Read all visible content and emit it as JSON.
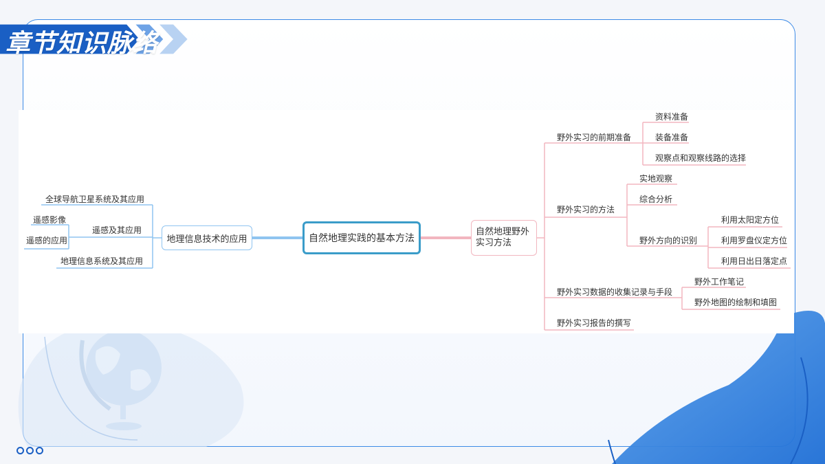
{
  "page": {
    "title": "章节知识脉络"
  },
  "colors": {
    "accent": "#1a5fc4",
    "root_border": "#3a9cc9",
    "left_branch": "#8fc4f0",
    "right_branch": "#f2b6bf"
  },
  "mindmap": {
    "root": "自然地理实践的基本方法",
    "left": {
      "label": "地理信息技术的应用",
      "children": [
        {
          "label": "全球导航卫星系统及其应用"
        },
        {
          "label": "遥感及其应用",
          "children": [
            {
              "label": "遥感影像"
            },
            {
              "label": "遥感的应用"
            }
          ]
        },
        {
          "label": "地理信息系统及其应用"
        }
      ]
    },
    "right": {
      "label_line1": "自然地理野外",
      "label_line2": "实习方法",
      "children": [
        {
          "label": "野外实习的前期准备",
          "children": [
            {
              "label": "资料准备"
            },
            {
              "label": "装备准备"
            },
            {
              "label": "观察点和观察线路的选择"
            }
          ]
        },
        {
          "label": "野外实习的方法",
          "children": [
            {
              "label": "实地观察"
            },
            {
              "label": "综合分析"
            },
            {
              "label": "野外方向的识别",
              "children": [
                {
                  "label": "利用太阳定方位"
                },
                {
                  "label": "利用罗盘仪定方位"
                },
                {
                  "label": "利用日出日落定点"
                }
              ]
            }
          ]
        },
        {
          "label": "野外实习数据的收集记录与手段",
          "children": [
            {
              "label": "野外工作笔记"
            },
            {
              "label": "野外地图的绘制和填图"
            }
          ]
        },
        {
          "label": "野外实习报告的撰写"
        }
      ]
    }
  }
}
